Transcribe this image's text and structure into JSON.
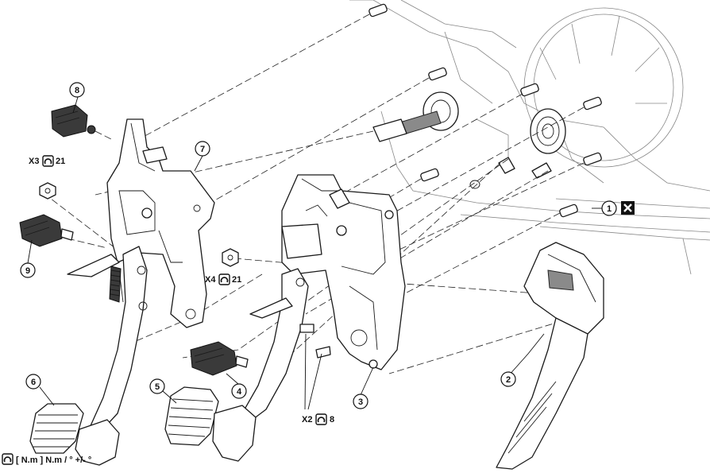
{
  "callouts": {
    "c1": "1",
    "c2": "2",
    "c3": "3",
    "c4": "4",
    "c5": "5",
    "c6": "6",
    "c7": "7",
    "c8": "8",
    "c9": "9"
  },
  "torque_labels": {
    "x3": {
      "qty": "X3",
      "value": "21"
    },
    "x4": {
      "qty": "X4",
      "value": "21"
    },
    "x2": {
      "qty": "X2",
      "value": "8"
    }
  },
  "legend": {
    "text": "[ N.m ] N.m / ° +/- °"
  },
  "icons": {
    "torque": "torque-wrench-icon",
    "replace": "replace-part-icon"
  }
}
